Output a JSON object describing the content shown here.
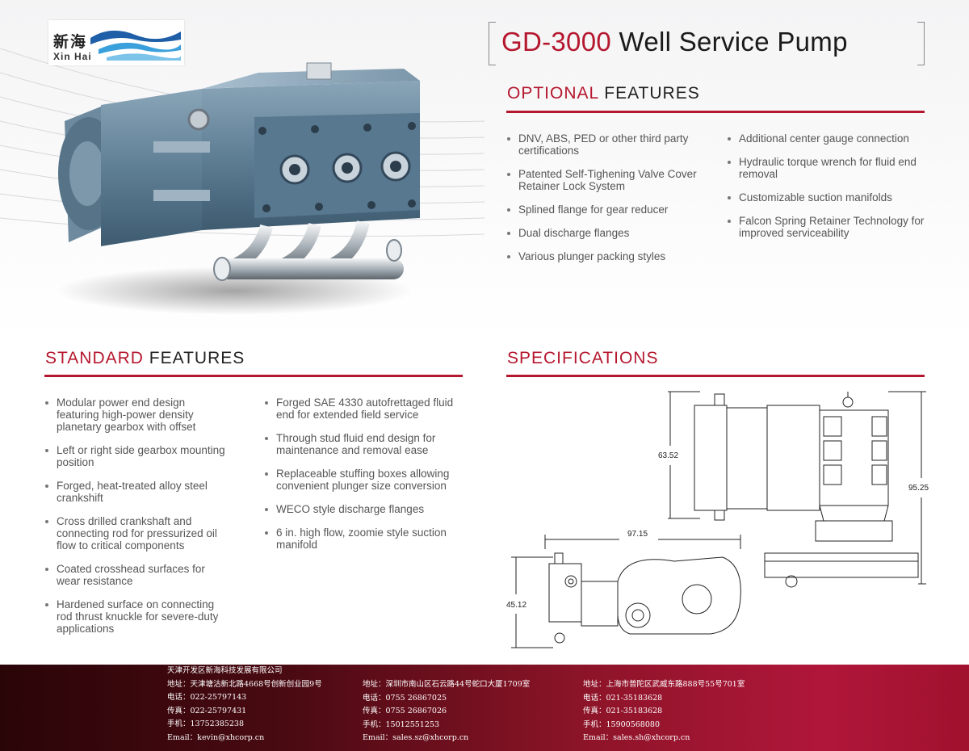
{
  "logo": {
    "chinese": "新海",
    "english": "Xin Hai"
  },
  "title": {
    "model": "GD-3000",
    "rest": "Well Service Pump"
  },
  "optional": {
    "heading_accent": "OPTIONAL",
    "heading_rest": "FEATURES",
    "col1": [
      "DNV, ABS, PED or other third party certifications",
      "Patented Self-Tighening Valve Cover Retainer Lock System",
      "Splined flange for gear reducer",
      "Dual discharge flanges",
      "Various plunger packing styles"
    ],
    "col2": [
      "Additional center gauge connection",
      "Hydraulic torque wrench for fluid end removal",
      "Customizable suction manifolds",
      "Falcon Spring Retainer Technology for improved serviceability"
    ]
  },
  "standard": {
    "heading_accent": "STANDARD",
    "heading_rest": "FEATURES",
    "col1": [
      "Modular power end design featuring high-power density planetary gearbox with offset",
      "Left or right side gearbox mounting position",
      "Forged, heat-treated alloy steel crankshift",
      "Cross drilled crankshaft and connecting rod for pressurized oil flow to critical components",
      "Coated crosshead surfaces for wear resistance",
      "Hardened surface on connecting rod thrust knuckle for severe-duty applications"
    ],
    "col2": [
      "Forged SAE 4330 autofrettaged fluid end for extended field service",
      "Through stud fluid end design for maintenance and removal ease",
      "Replaceable stuffing boxes allowing convenient plunger size conversion",
      "WECO style discharge flanges",
      "6 in. high flow, zoomie style suction manifold"
    ]
  },
  "specifications": {
    "heading": "SPECIFICATIONS",
    "dimensions": {
      "height_top": "63.52",
      "overall_height": "95.25",
      "length": "97.15",
      "height_side": "45.12"
    }
  },
  "footer": {
    "col1": [
      "天津开发区新海科技发展有限公司",
      "地址：天津塘沽新北路4668号创新创业园9号",
      "电话：022-25797143",
      "传真：022-25797431",
      "手机：13752385238",
      "Email：kevin@xhcorp.cn"
    ],
    "col2": [
      "地址：深圳市南山区石云路44号蛇口大厦1709室",
      "电话：0755 26867025",
      "传真：0755 26867026",
      "手机：15012551253",
      "Email：sales.sz@xhcorp.cn"
    ],
    "col3": [
      "地址：上海市普陀区武威东路888号55号701室",
      "电话：021-35183628",
      "传真：021-35183628",
      "手机：15900568080",
      "Email：sales.sh@xhcorp.cn"
    ]
  },
  "colors": {
    "accent": "#b5172e",
    "footer_dark": "#3a070c",
    "footer_light": "#b0163a"
  }
}
